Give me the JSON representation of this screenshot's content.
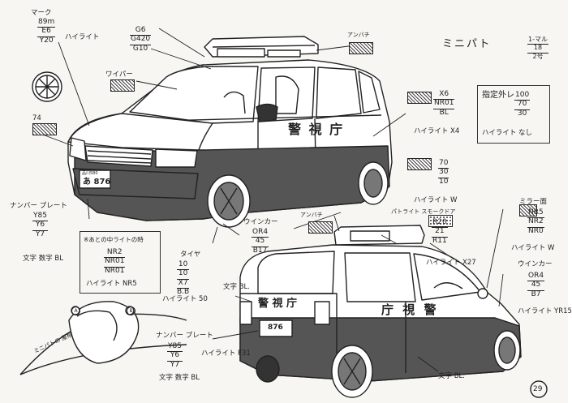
{
  "title": {
    "name": "ミニパト",
    "scale_top": "1-マル",
    "scale_mid": "18",
    "scale_bot": "2号"
  },
  "mark": {
    "label": "マーク",
    "v1": "89m",
    "v2": "E6",
    "v3": "Y20",
    "hl": "ハイライト"
  },
  "g6": {
    "v1": "G6",
    "v2": "G420",
    "v3": "G10"
  },
  "wiper": "ワイパー",
  "fa": "74",
  "light_front": "アンバチ",
  "x6": {
    "v1": "X6",
    "v2": "NR01",
    "v3": "BL",
    "hl": "ハイライト X4"
  },
  "logo_note": {
    "title": "指定外レ",
    "v1": "100",
    "v2": "70",
    "v3": "30",
    "hl": "ハイライト なし"
  },
  "sw70": {
    "v1": "70",
    "v2": "30",
    "v3": "10",
    "hl": "ハイライト W"
  },
  "plate_front": {
    "label": "ナンバー プレート",
    "v1": "Y85",
    "v2": "Y6",
    "v3": "Y7",
    "note": "文字 数字 BL"
  },
  "night_box": {
    "title": "※あとの中ライトの時",
    "v1": "NR2",
    "v2": "NR01",
    "v3": "NR01",
    "hl": "ハイライト NR5"
  },
  "winker": {
    "label": "ウインカー",
    "v1": "OR4",
    "v2": "45",
    "v3": "B17"
  },
  "tire": {
    "label": "タイヤ",
    "v1": "10",
    "v2": "10",
    "v3": "X7",
    "v4": "B.B",
    "hl": "ハイライト 50"
  },
  "text_bl": "文字 BL.",
  "red_light": {
    "label": "アンバチ"
  },
  "beacon": {
    "label": "パトライト スモークドア",
    "v1": "R20",
    "v2": "21",
    "v3": "R11",
    "hl": "ハイライト X27"
  },
  "mirror": {
    "label": "ミラー面",
    "v1": "NR5",
    "v2": "NR2",
    "v3": "NR0",
    "hl": "ハイライト W"
  },
  "winker2": {
    "label": "ウインカー",
    "v1": "OR4",
    "v2": "45",
    "v3": "B7",
    "hl": "ハイライト YR15"
  },
  "plate_rear": {
    "label": "ナンバー プレート",
    "v1": "Y85",
    "v2": "Y6",
    "v3": "Y7",
    "hl": "ハイライト F31",
    "note": "文字 数字 BL"
  },
  "rear_text": "文字 BL.",
  "beacon_detail": {
    "a": "A",
    "b": "B",
    "label": "ミニパトの 屋根"
  },
  "car_front": {
    "police_text": "警 視 庁",
    "plate_text": "あ 876",
    "plate_top": "品川580"
  },
  "car_rear": {
    "police_text": "警 視 庁",
    "side_text": "庁 視 警",
    "plate_text": "876"
  },
  "page_number": "29"
}
